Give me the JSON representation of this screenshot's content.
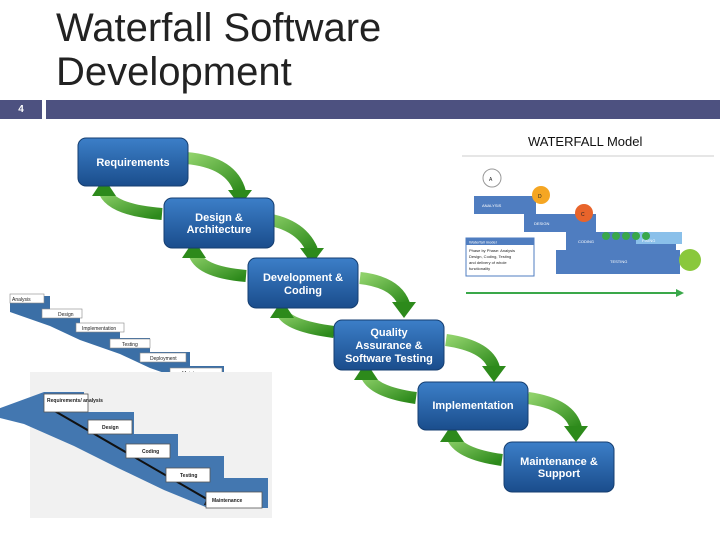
{
  "slide": {
    "number": "4",
    "title_line1": "Waterfall Software",
    "title_line2": "Development"
  },
  "colors": {
    "accent": "#4d5180",
    "box": "#1f5aa0",
    "arrow": "#3a9a22"
  },
  "main_diagram": {
    "stages": [
      {
        "line1": "Requirements",
        "line2": ""
      },
      {
        "line1": "Design &",
        "line2": "Architecture"
      },
      {
        "line1": "Development &",
        "line2": "Coding"
      },
      {
        "line1": "Quality",
        "line2": "Assurance &",
        "line3": "Software Testing"
      },
      {
        "line1": "Implementation",
        "line2": ""
      },
      {
        "line1": "Maintenance &",
        "line2": "Support"
      }
    ]
  },
  "inset_right": {
    "title": "WATERFALL Model",
    "steps": [
      "ANALYSIS",
      "DESIGN",
      "CODING",
      "TESTING"
    ],
    "badges": [
      "A",
      "D",
      "C"
    ],
    "info_title": "Waterfall model",
    "info_lines": [
      "Phase by Phase: Analysis",
      "Design, Coding, Testing",
      "and delivery of whole",
      "functionality"
    ],
    "fixing_label": "FIXING"
  },
  "inset_left_top": {
    "steps": [
      "Analysis",
      "Design",
      "Implementation",
      "Testing",
      "Deployment",
      "Maintenance"
    ]
  },
  "inset_left_bottom": {
    "steps": [
      "Requirements/ analysis",
      "Design",
      "Coding",
      "Testing",
      "Maintenance"
    ]
  }
}
